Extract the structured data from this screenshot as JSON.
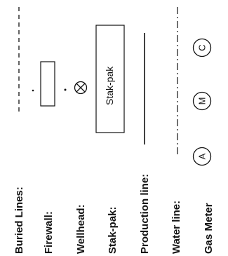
{
  "legend": {
    "rows": [
      {
        "key": "buried_lines",
        "label": "Buried Lines:",
        "symbol": "dashed-line"
      },
      {
        "key": "firewall",
        "label": "Firewall:",
        "symbol": "rectangle-dot"
      },
      {
        "key": "wellhead",
        "label": "Wellhead:",
        "symbol": "dot-circle-x"
      },
      {
        "key": "stak_pak",
        "label": "Stak-pak:",
        "symbol": "labeled-rectangle",
        "box_text": "Stak-pak"
      },
      {
        "key": "production_line",
        "label": "Production line:",
        "symbol": "solid-line"
      },
      {
        "key": "water_line",
        "label": "Water line:",
        "symbol": "dash-dot-line"
      },
      {
        "key": "gas_meter",
        "label": "Gas Meter",
        "symbol": "three-circles",
        "circles": [
          "A",
          "M",
          "C"
        ]
      }
    ]
  },
  "colors": {
    "ink": "#111111",
    "background": "#ffffff"
  }
}
